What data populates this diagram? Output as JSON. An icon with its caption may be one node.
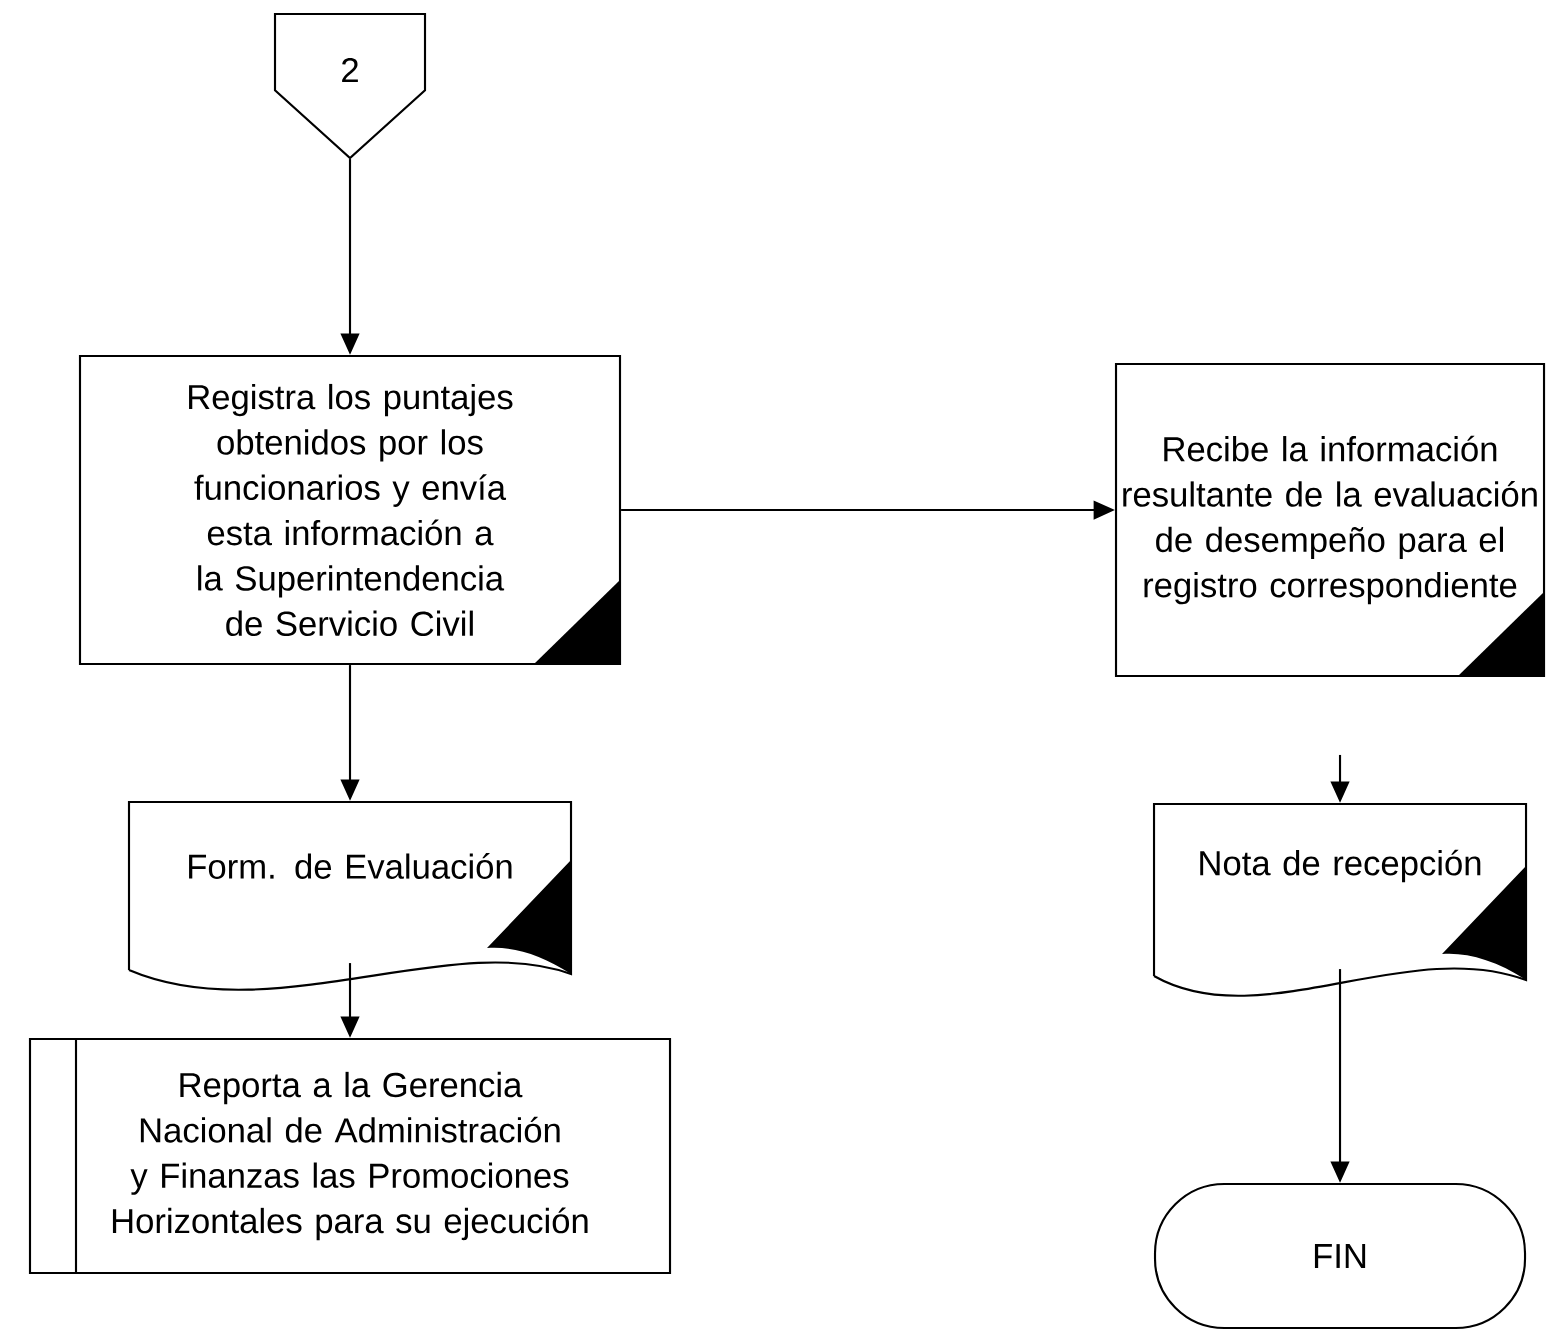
{
  "diagram": {
    "nodes": [
      {
        "text": [
          "2"
        ]
      },
      {
        "text": [
          "Registra los puntajes obtenidos por los funcionarios y envía esta información a la Superintendencia de Servicio Civil"
        ]
      },
      {
        "text": [
          "Recibe la información resultante de la evaluación de desempeño para el registro correspondiente"
        ]
      },
      {
        "text": [
          "Form. de Evaluación"
        ]
      },
      {
        "text": [
          "Reporta a la Gerencia Nacional de Administración y Finanzas las Promociones Horizontales para su ejecución"
        ]
      },
      {
        "text": [
          "Nota de recepción"
        ]
      },
      {
        "text": [
          "FIN"
        ]
      }
    ],
    "edges": [
      {
        "from": 0,
        "to": 1,
        "arrow": "to"
      },
      {
        "from": 1,
        "to": 2,
        "arrow": "to"
      },
      {
        "from": 1,
        "to": 3,
        "arrow": "to"
      },
      {
        "from": 3,
        "to": 4,
        "arrow": "to"
      },
      {
        "from": null,
        "to": 5,
        "arrow": "to"
      },
      {
        "from": 5,
        "to": 6,
        "arrow": "to"
      }
    ]
  }
}
